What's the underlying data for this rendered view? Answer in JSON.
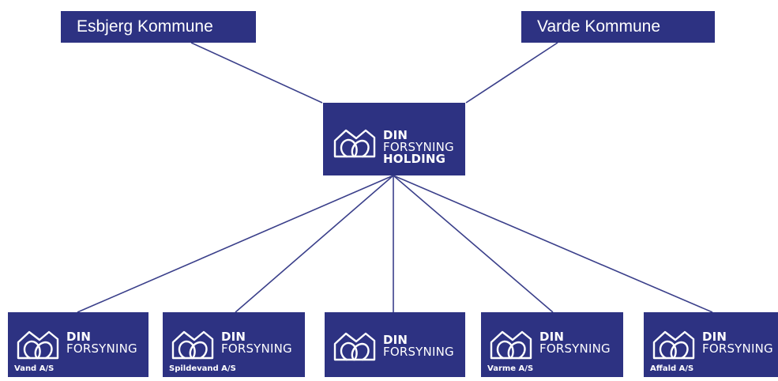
{
  "owners": [
    {
      "name": "Esbjerg Kommune"
    },
    {
      "name": "Varde Kommune"
    }
  ],
  "holding": {
    "line1": "DIN",
    "line2": "FORSYNING",
    "line3": "HOLDING"
  },
  "subsidiaries": [
    {
      "line1": "DIN",
      "line2": "FORSYNING",
      "label": "Vand A/S"
    },
    {
      "line1": "DIN",
      "line2": "FORSYNING",
      "label": "Spildevand A/S"
    },
    {
      "line1": "DIN",
      "line2": "FORSYNING",
      "label": ""
    },
    {
      "line1": "DIN",
      "line2": "FORSYNING",
      "label": "Varme A/S"
    },
    {
      "line1": "DIN",
      "line2": "FORSYNING",
      "label": "Affald A/S"
    }
  ],
  "colors": {
    "box": "#2d3282",
    "line": "#2d3282",
    "text": "#ffffff"
  },
  "icons": {
    "logo": "din-forsyning-logo-icon"
  }
}
